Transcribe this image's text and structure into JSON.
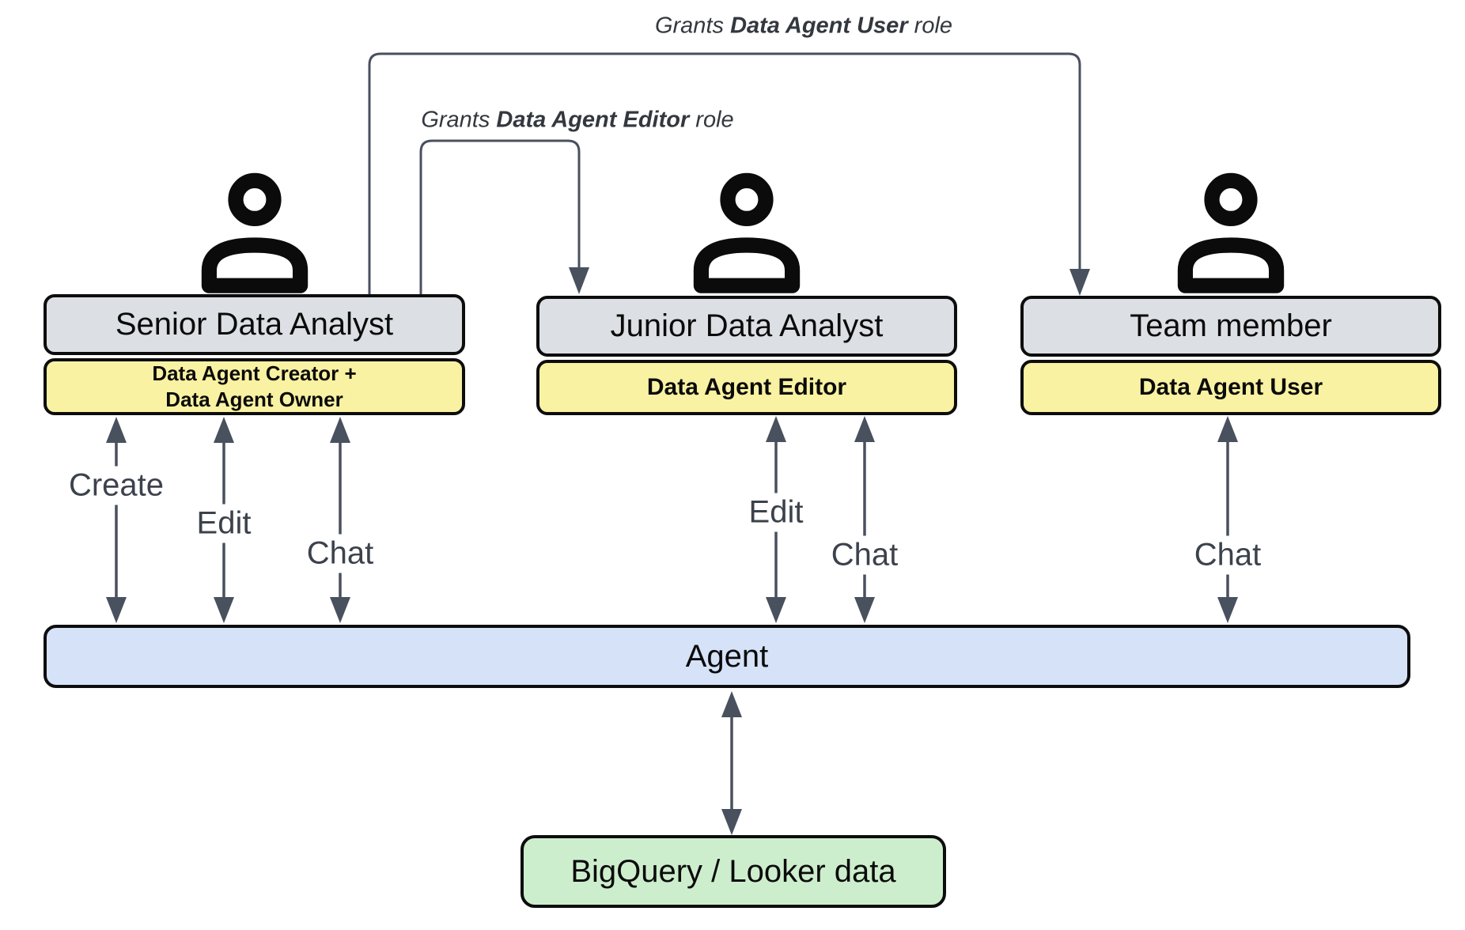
{
  "colors": {
    "box_gray": "#dcdfe3",
    "box_yellow": "#f9f2a2",
    "box_blue": "#d6e2f8",
    "box_green": "#cdeecd",
    "box_border": "#0d0d0d",
    "line": "#49505e",
    "label_text": "#3c424c",
    "annotation_text": "#33383f"
  },
  "annotations": {
    "grant_user": {
      "prefix": "Grants ",
      "bold": "Data Agent User",
      "suffix": " role"
    },
    "grant_editor": {
      "prefix": "Grants ",
      "bold": "Data Agent Editor",
      "suffix": " role"
    }
  },
  "actors": {
    "senior": {
      "title": "Senior Data Analyst",
      "role_line1": "Data Agent Creator +",
      "role_line2": "Data Agent Owner",
      "actions": {
        "create": "Create",
        "edit": "Edit",
        "chat": "Chat"
      }
    },
    "junior": {
      "title": "Junior Data Analyst",
      "role": "Data Agent Editor",
      "actions": {
        "edit": "Edit",
        "chat": "Chat"
      }
    },
    "team": {
      "title": "Team member",
      "role": "Data Agent User",
      "actions": {
        "chat": "Chat"
      }
    }
  },
  "agent": {
    "label": "Agent"
  },
  "datastore": {
    "label": "BigQuery / Looker data"
  }
}
